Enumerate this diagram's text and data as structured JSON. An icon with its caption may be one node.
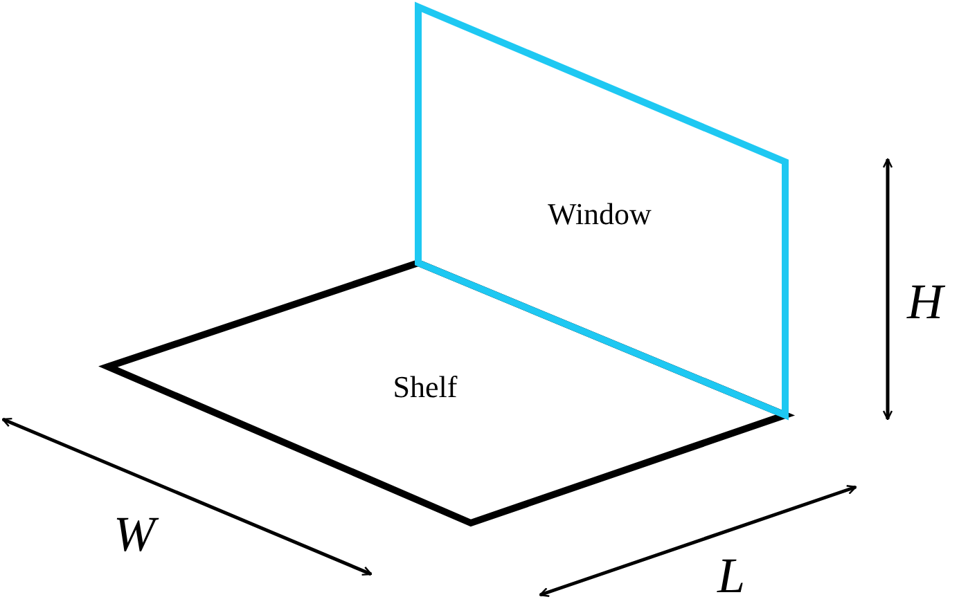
{
  "diagram": {
    "nodes": [
      {
        "text": [
          "Window"
        ]
      },
      {
        "text": [
          "Shelf"
        ]
      }
    ],
    "labels": [
      "H",
      "W",
      "L"
    ]
  }
}
